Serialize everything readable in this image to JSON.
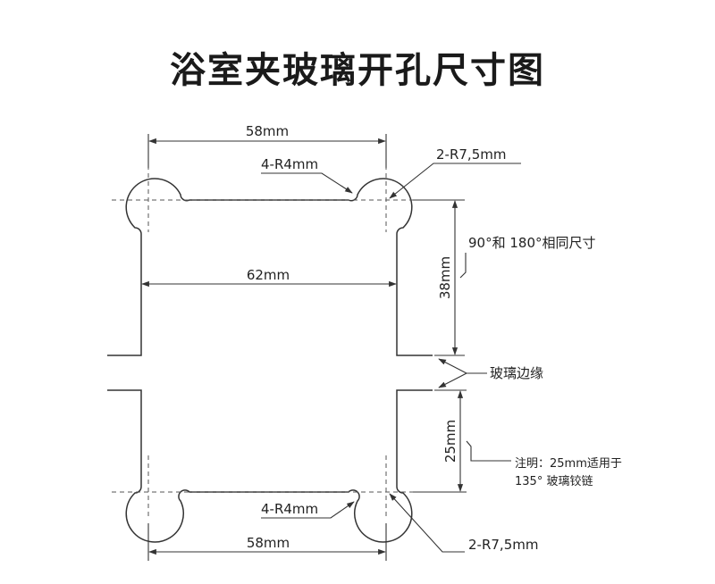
{
  "title": "浴室夹玻璃开孔尺寸图",
  "labels": {
    "top_width": "58mm",
    "top_corner_radius": "4-R4mm",
    "top_hole_radius": "2-R7,5mm",
    "middle_width": "62mm",
    "height_38": "38mm",
    "same_size_note": "90°和 180°相同尺寸",
    "glass_edge": "玻璃边缘",
    "height_25": "25mm",
    "note_line1": "注明：25mm适用于",
    "note_line2": "135° 玻璃铰链",
    "bottom_corner_radius": "4-R4mm",
    "bottom_width": "58mm",
    "bottom_hole_radius": "2-R7,5mm"
  }
}
